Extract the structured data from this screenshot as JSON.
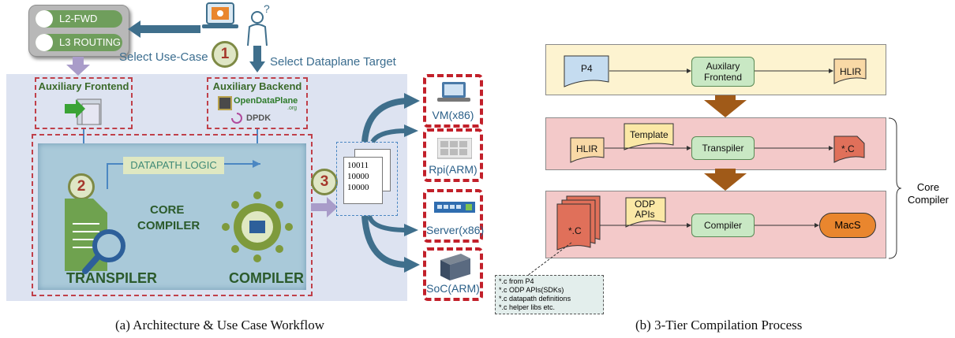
{
  "left": {
    "use_cases": [
      "L2-FWD",
      "L3 ROUTING"
    ],
    "select_use_case": "Select Use-Case",
    "select_target": "Select Dataplane Target",
    "step1": "1",
    "step2": "2",
    "step3": "3",
    "aux_frontend": "Auxiliary Frontend",
    "aux_backend": "Auxiliary Backend",
    "odp_logo": "OpenDataPlane",
    "odp_logo_sub": ".org",
    "dpdk_logo": "DPDK",
    "datapath_logic": "DATAPATH LOGIC",
    "core": "CORE",
    "compiler_word": "COMPILER",
    "transpiler_label": "TRANSPILER",
    "compiler_label": "COMPILER",
    "binary_lines": [
      "10011",
      "10000",
      "10000"
    ],
    "targets": [
      "VM(x86)",
      "Rpi(ARM)",
      "Server(x86)",
      "SoC(ARM)"
    ]
  },
  "right": {
    "tier1": {
      "p4": "P4",
      "frontend": "Auxilary\nFrontend",
      "hlir": "HLIR"
    },
    "tier2": {
      "hlir": "HLIR",
      "template": "Template",
      "transpiler": "Transpiler",
      "c": "*.C"
    },
    "tier3": {
      "c": "*.C",
      "odp": "ODP\nAPIs",
      "compiler": "Compiler",
      "macs": "MacS"
    },
    "core_compiler": "Core\nCompiler",
    "note": [
      "*.c from P4",
      "*.c ODP APIs(SDKs)",
      "*.c datapath definitions",
      "*.c helper libs etc."
    ]
  },
  "captions": {
    "a": "(a) Architecture & Use Case Workflow",
    "b": "(b) 3-Tier Compilation Process"
  },
  "colors": {
    "accent_blue": "#3f6f8c",
    "dashed_red": "#c2202a",
    "panel_blue": "#dde3f1",
    "tier1": "#fdf3d0",
    "tier2": "#f3c9c9",
    "tier3": "#f3c9c9",
    "macs": "#e9862e"
  }
}
